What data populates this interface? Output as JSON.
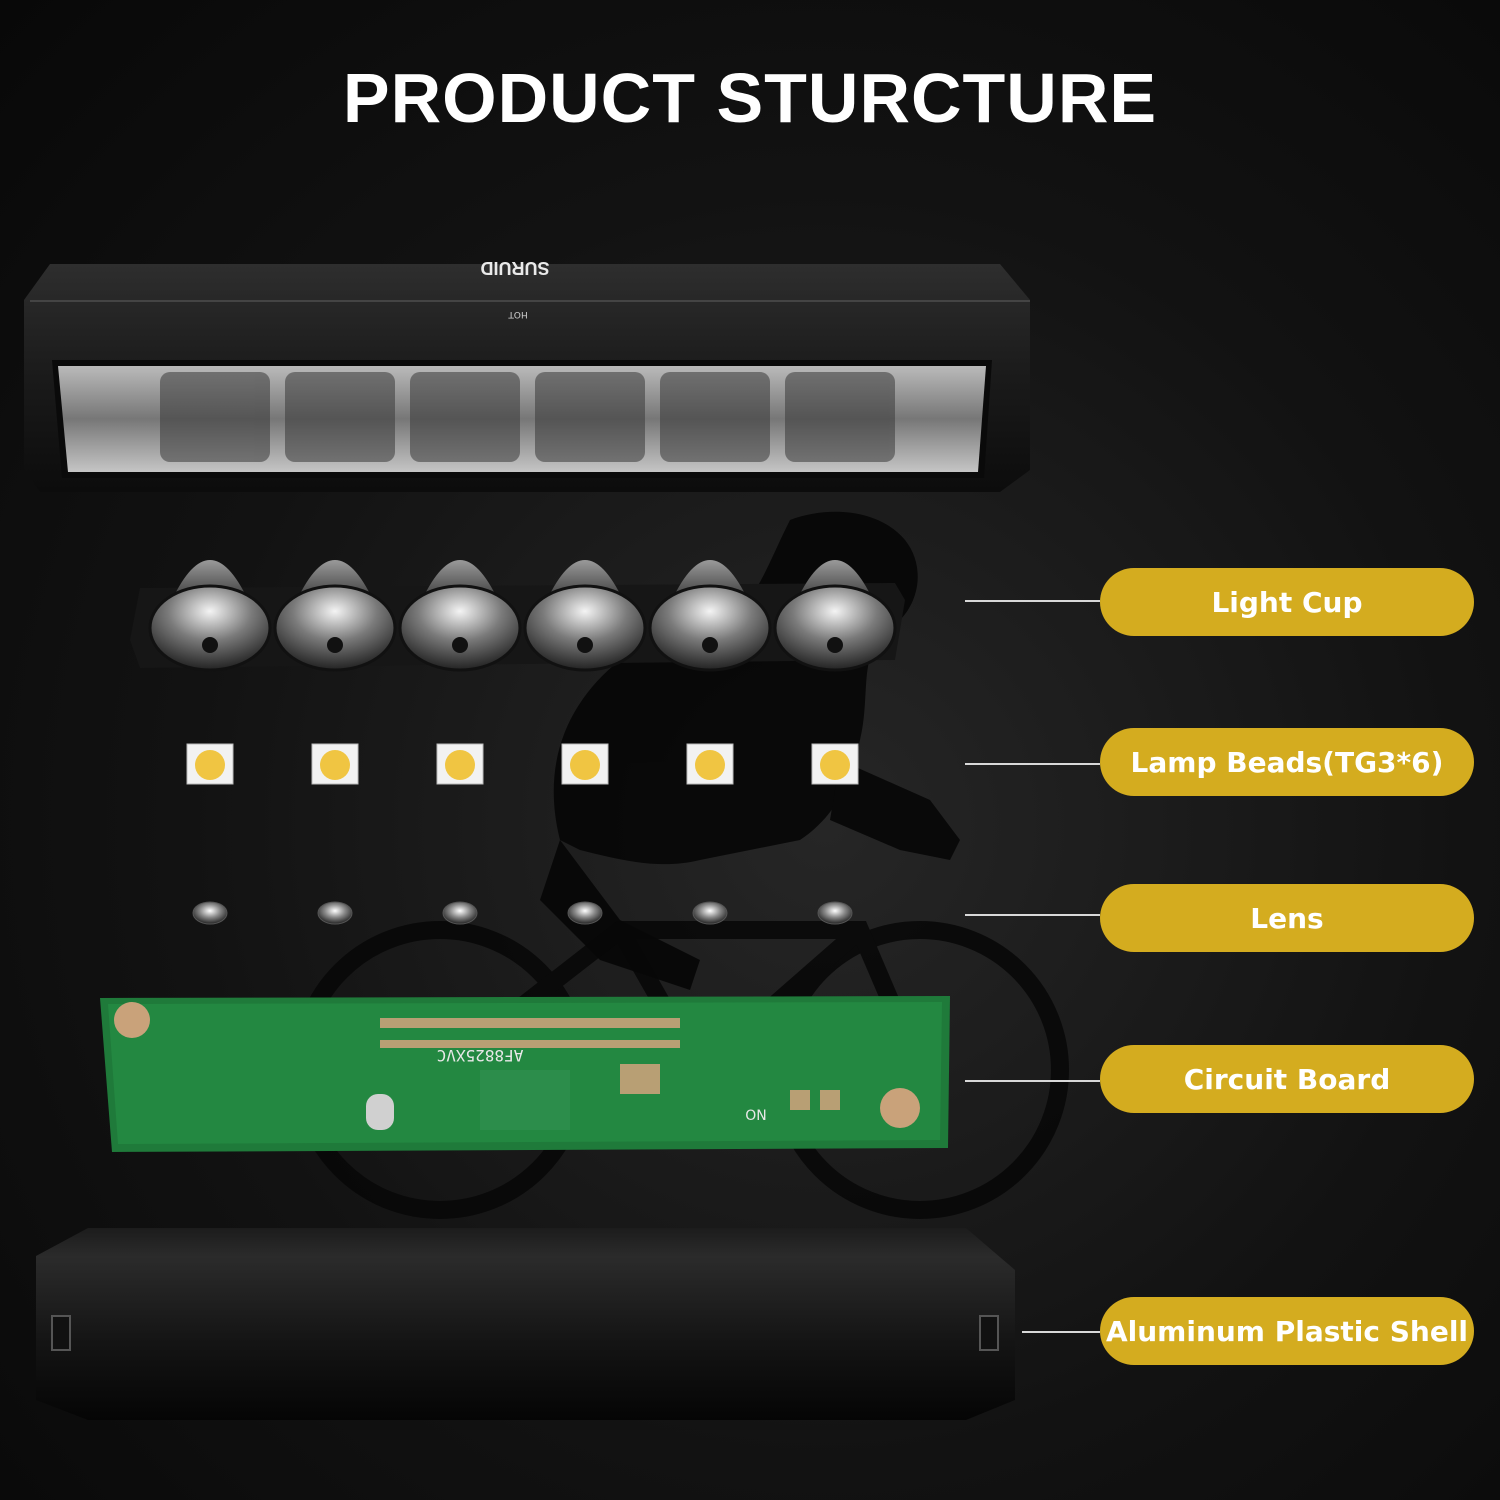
{
  "title": "PRODUCT STURCTURE",
  "brand_mark": "SURUID",
  "cert_mark": "HOT",
  "pcb_marking": "AF8825XVC",
  "pcb_arrow_text": "ON",
  "accent_color": "#d4ac1f",
  "components": [
    {
      "label": "Light Cup"
    },
    {
      "label": "Lamp Beads(TG3*6)"
    },
    {
      "label": "Lens"
    },
    {
      "label": "Circuit Board"
    },
    {
      "label": "Aluminum Plastic Shell"
    }
  ]
}
